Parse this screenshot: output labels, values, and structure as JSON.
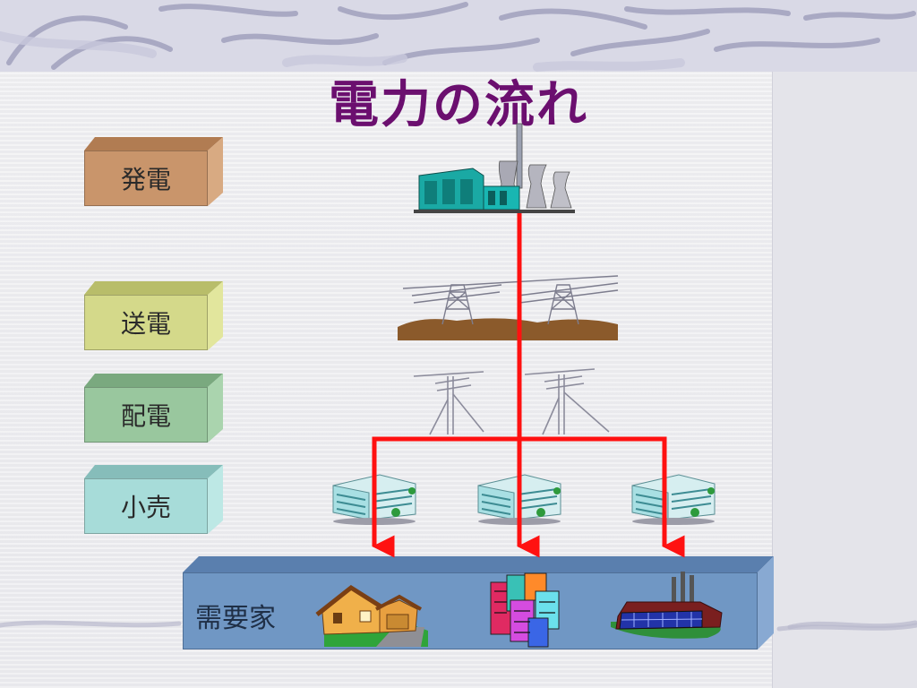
{
  "slide": {
    "title": "電力の流れ",
    "stages": [
      {
        "label": "発電",
        "color": "#c9956b",
        "top_color": "#b17c52",
        "side_color": "#d8aa82"
      },
      {
        "label": "送電",
        "color": "#d4d98a",
        "top_color": "#b8bd6a",
        "side_color": "#e2e69d"
      },
      {
        "label": "配電",
        "color": "#99c79e",
        "top_color": "#7aa97f",
        "side_color": "#aad4ae"
      },
      {
        "label": "小売",
        "color": "#a7dcd9",
        "top_color": "#86bdba",
        "side_color": "#bde8e5"
      }
    ],
    "demand": {
      "label": "需要家"
    },
    "colors": {
      "flow_line": "#ff1111",
      "title": "#6b0f6f"
    },
    "icons": [
      "power-plant-icon",
      "transmission-tower-icon",
      "utility-pole-icon",
      "office-building-icon",
      "house-icon",
      "city-buildings-icon",
      "factory-icon"
    ]
  }
}
